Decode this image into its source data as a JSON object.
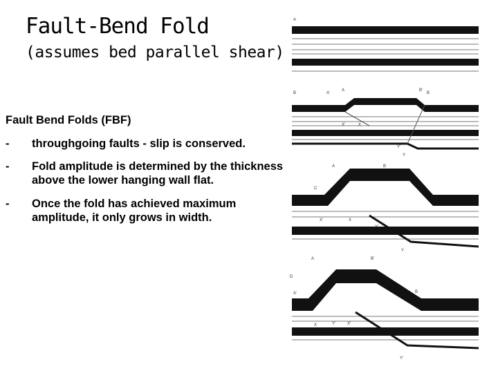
{
  "slide": {
    "title": "Fault-Bend Fold",
    "subtitle": "(assumes bed parallel shear)",
    "heading": "Fault Bend Folds (FBF)",
    "bullets": [
      {
        "marker": "-",
        "text": "throughgoing faults - slip is conserved."
      },
      {
        "marker": "-",
        "text": "Fold amplitude is determined by the thickness above the lower hanging wall flat."
      },
      {
        "marker": "-",
        "text": "Once the fold has achieved maximum amplitude, it only grows in width."
      }
    ]
  },
  "figure": {
    "panel_labels": [
      "A",
      "B",
      "C",
      "D"
    ],
    "point_labels": {
      "panel_b": [
        "A'",
        "A",
        "B'",
        "B",
        "X'",
        "X",
        "Y'",
        "Y"
      ],
      "panel_c": [
        "A",
        "B",
        "X'",
        "X",
        "Y'",
        "Y"
      ],
      "panel_d": [
        "A",
        "B'",
        "A'",
        "B",
        "X",
        "Y'",
        "X'",
        "Y'"
      ]
    },
    "colors": {
      "bed_dark": "#111111",
      "bed_light": "#777777",
      "background": "#ffffff"
    }
  }
}
